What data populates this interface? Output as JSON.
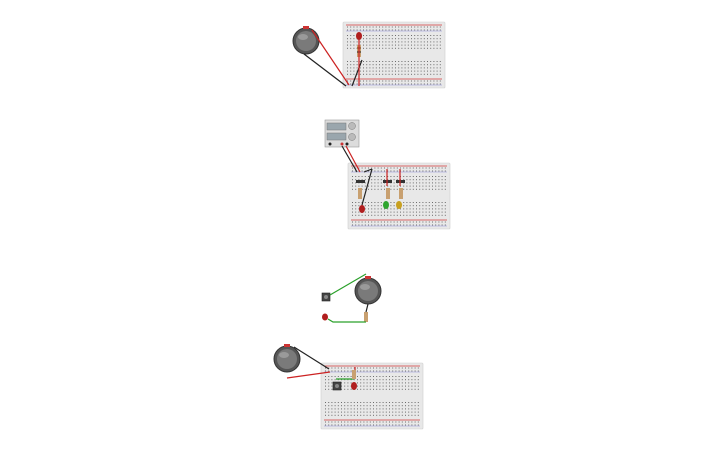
{
  "scene": {
    "background": "#ffffff",
    "circuits": [
      {
        "name": "coin-cell-led-breadboard",
        "parts": [
          "coin-cell-battery",
          "breadboard",
          "red-led",
          "resistor"
        ]
      },
      {
        "name": "power-supply-multi-led-breadboard",
        "parts": [
          "bench-power-supply",
          "breadboard",
          "red-led",
          "green-led",
          "yellow-led",
          "resistors"
        ]
      },
      {
        "name": "coin-cell-pushbutton-led",
        "parts": [
          "coin-cell-battery",
          "pushbutton",
          "red-led",
          "resistor"
        ]
      },
      {
        "name": "coin-cell-pushbutton-led-breadboard",
        "parts": [
          "coin-cell-battery",
          "breadboard",
          "pushbutton",
          "red-led",
          "resistor"
        ]
      }
    ]
  },
  "colors": {
    "breadboard": "#e8e8e8",
    "wire_red": "#cc2222",
    "wire_black": "#222222",
    "wire_green": "#2aa02a",
    "led_red": "#b01e1e",
    "led_green": "#2fa52f",
    "led_yellow": "#c8a020",
    "battery": "#555555"
  }
}
